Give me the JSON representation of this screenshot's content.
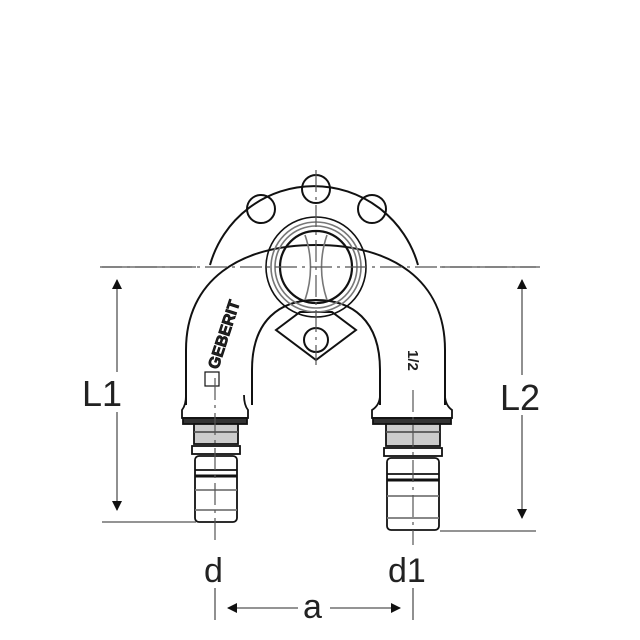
{
  "diagram": {
    "subject": "Geberit wall plate U-bend fitting",
    "brand_mark": "GEBERIT",
    "size_mark": "1/2",
    "dimensions": {
      "left_height": "L1",
      "right_height": "L2",
      "left_diameter": "d",
      "right_diameter": "d1",
      "spacing": "a"
    },
    "colors": {
      "line": "#111111",
      "dim_line": "#555555",
      "background": "#ffffff"
    }
  }
}
